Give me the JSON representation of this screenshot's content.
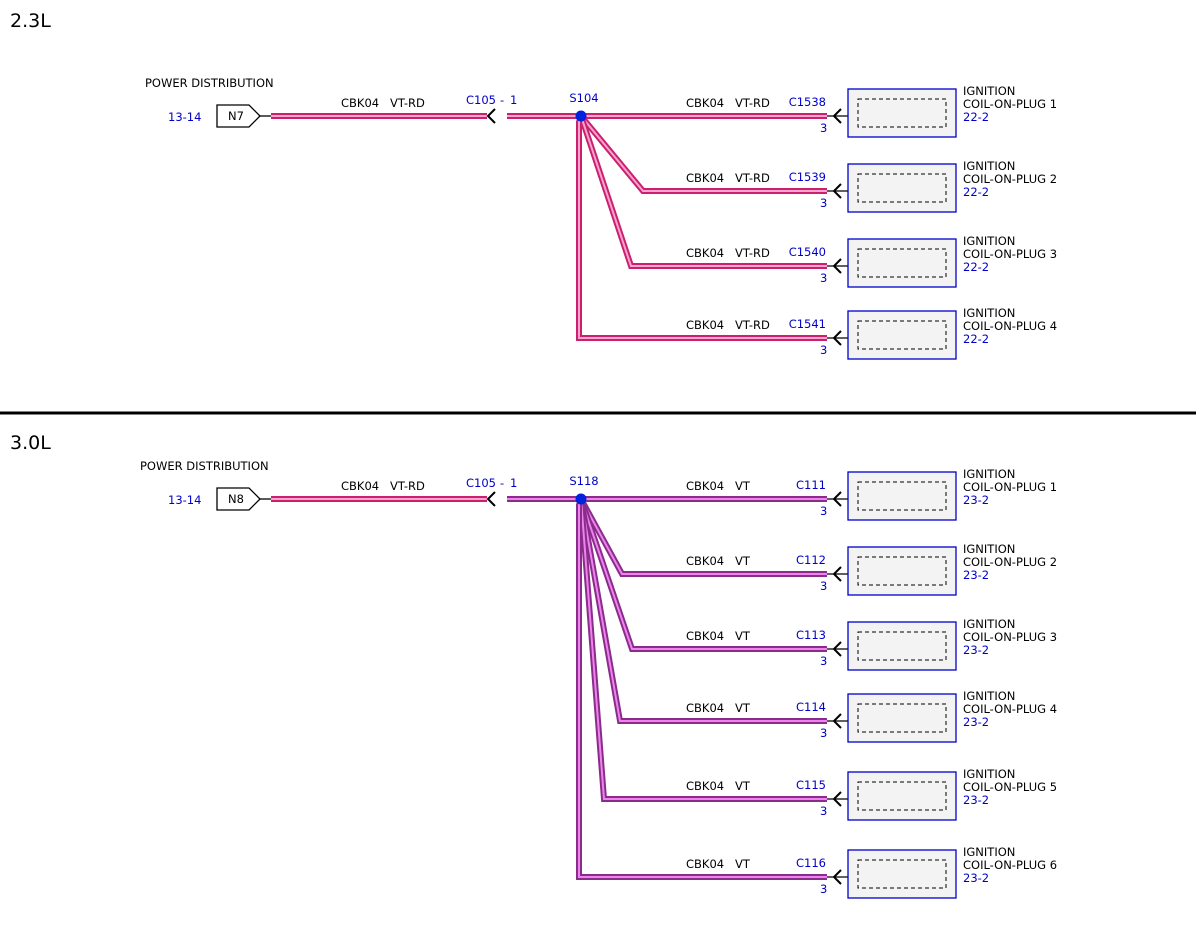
{
  "colors": {
    "blue": "#0000cc",
    "wire_vt_rd_outer": "#cc1f6e",
    "wire_vt_rd_inner": "#f4a6d0",
    "wire_vt_outer": "#8a2c8a",
    "wire_vt_inner": "#ee82ee",
    "splice": "#0022dd",
    "component_fill": "#f3f3f3"
  },
  "sections": [
    {
      "id": "s23",
      "title": "2.3L",
      "source_label": "POWER DISTRIBUTION",
      "source_ref": "13-14",
      "source_node": "N7",
      "feed_circuit": "CBK04",
      "feed_color": "VT-RD",
      "inline_connector": "C105",
      "inline_dash": "-",
      "inline_pin": "1",
      "splice": "S104",
      "wire_style": "vt_rd",
      "branches": [
        {
          "circuit": "CBK04",
          "color": "VT-RD",
          "connector": "C1538",
          "pin": "3",
          "comp_line1": "IGNITION",
          "comp_line2": "COIL-ON-PLUG 1",
          "comp_ref": "22-2"
        },
        {
          "circuit": "CBK04",
          "color": "VT-RD",
          "connector": "C1539",
          "pin": "3",
          "comp_line1": "IGNITION",
          "comp_line2": "COIL-ON-PLUG 2",
          "comp_ref": "22-2"
        },
        {
          "circuit": "CBK04",
          "color": "VT-RD",
          "connector": "C1540",
          "pin": "3",
          "comp_line1": "IGNITION",
          "comp_line2": "COIL-ON-PLUG 3",
          "comp_ref": "22-2"
        },
        {
          "circuit": "CBK04",
          "color": "VT-RD",
          "connector": "C1541",
          "pin": "3",
          "comp_line1": "IGNITION",
          "comp_line2": "COIL-ON-PLUG 4",
          "comp_ref": "22-2"
        }
      ]
    },
    {
      "id": "s30",
      "title": "3.0L",
      "source_label": "POWER DISTRIBUTION",
      "source_ref": "13-14",
      "source_node": "N8",
      "feed_circuit": "CBK04",
      "feed_color": "VT-RD",
      "inline_connector": "C105",
      "inline_dash": "-",
      "inline_pin": "1",
      "splice": "S118",
      "wire_style": "vt",
      "branches": [
        {
          "circuit": "CBK04",
          "color": "VT",
          "connector": "C111",
          "pin": "3",
          "comp_line1": "IGNITION",
          "comp_line2": "COIL-ON-PLUG 1",
          "comp_ref": "23-2"
        },
        {
          "circuit": "CBK04",
          "color": "VT",
          "connector": "C112",
          "pin": "3",
          "comp_line1": "IGNITION",
          "comp_line2": "COIL-ON-PLUG 2",
          "comp_ref": "23-2"
        },
        {
          "circuit": "CBK04",
          "color": "VT",
          "connector": "C113",
          "pin": "3",
          "comp_line1": "IGNITION",
          "comp_line2": "COIL-ON-PLUG 3",
          "comp_ref": "23-2"
        },
        {
          "circuit": "CBK04",
          "color": "VT",
          "connector": "C114",
          "pin": "3",
          "comp_line1": "IGNITION",
          "comp_line2": "COIL-ON-PLUG 4",
          "comp_ref": "23-2"
        },
        {
          "circuit": "CBK04",
          "color": "VT",
          "connector": "C115",
          "pin": "3",
          "comp_line1": "IGNITION",
          "comp_line2": "COIL-ON-PLUG 5",
          "comp_ref": "23-2"
        },
        {
          "circuit": "CBK04",
          "color": "VT",
          "connector": "C116",
          "pin": "3",
          "comp_line1": "IGNITION",
          "comp_line2": "COIL-ON-PLUG 6",
          "comp_ref": "23-2"
        }
      ]
    }
  ]
}
